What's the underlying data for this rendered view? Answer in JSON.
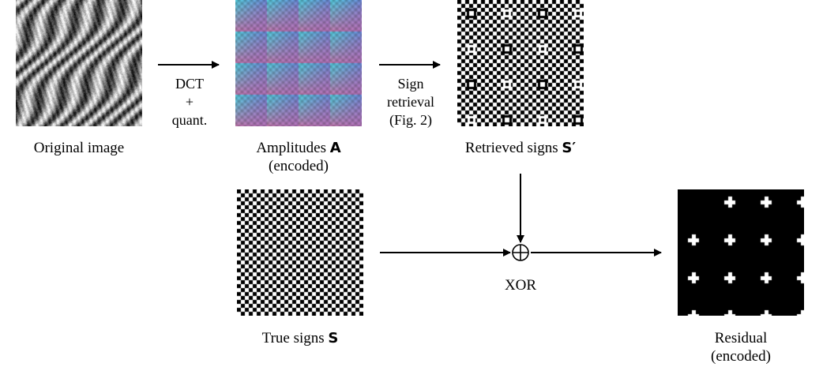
{
  "labels": {
    "original": "Original image",
    "amplitudes_prefix": "Amplitudes",
    "amplitudes_symbol": "A",
    "amplitudes_note": "(encoded)",
    "retrieved_prefix": "Retrieved signs",
    "retrieved_symbol": "S′",
    "true_prefix": "True signs",
    "true_symbol": "S",
    "residual": "Residual",
    "residual_note": "(encoded)",
    "xor": "XOR"
  },
  "steps": {
    "dct_line1": "DCT",
    "dct_line2": "+",
    "dct_line3": "quant.",
    "sign_line1": "Sign",
    "sign_line2": "retrieval",
    "sign_line3": "(Fig. 2)"
  },
  "colors": {
    "ink": "#000000",
    "paper": "#ffffff",
    "amp_cyan": "#3cc8d2",
    "amp_blue": "#5a6ed2",
    "amp_pink": "#e6508c"
  }
}
